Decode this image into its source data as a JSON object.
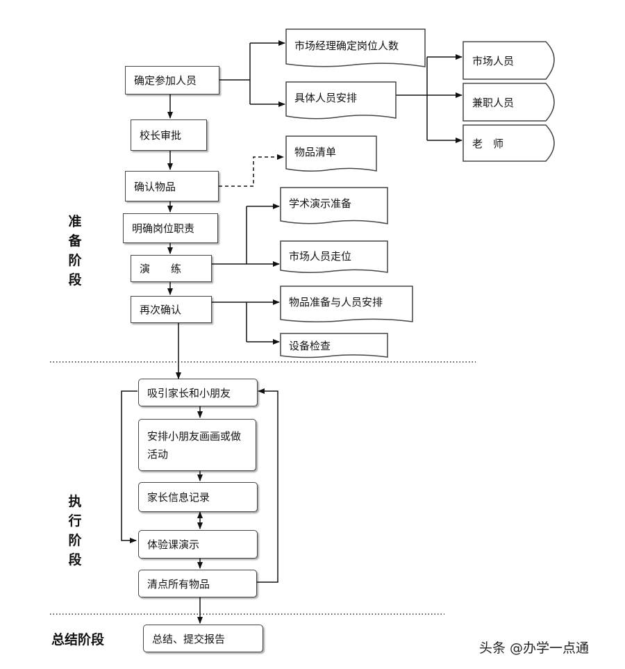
{
  "phases": {
    "prep": "准备阶段",
    "exec": "执行阶段",
    "summary": "总结阶段"
  },
  "prep_steps": {
    "confirm_participants": "确定参加人员",
    "principal_approval": "校长审批",
    "confirm_items": "确认物品",
    "clarify_duties": "明确岗位职责",
    "rehearsal": "演　　练",
    "reconfirm": "再次确认"
  },
  "prep_branches": {
    "market_manager": "市场经理确定岗位人数",
    "staff_arrangement": "具体人员安排",
    "item_list": "物品清单",
    "academic_demo": "学术演示准备",
    "market_walkthrough": "市场人员走位",
    "items_and_staff": "物品准备与人员安排",
    "equipment_check": "设备检查"
  },
  "staff_types": {
    "market_staff": "市场人员",
    "part_time": "兼职人员",
    "teacher": "老　师"
  },
  "exec_steps": {
    "attract": "吸引家长和小朋友",
    "drawing": "安排小朋友画画或做活动",
    "parent_info": "家长信息记录",
    "trial_class": "体验课演示",
    "count_items": "清点所有物品"
  },
  "summary_step": "总结、提交报告",
  "watermark": "头条 @办学一点通"
}
